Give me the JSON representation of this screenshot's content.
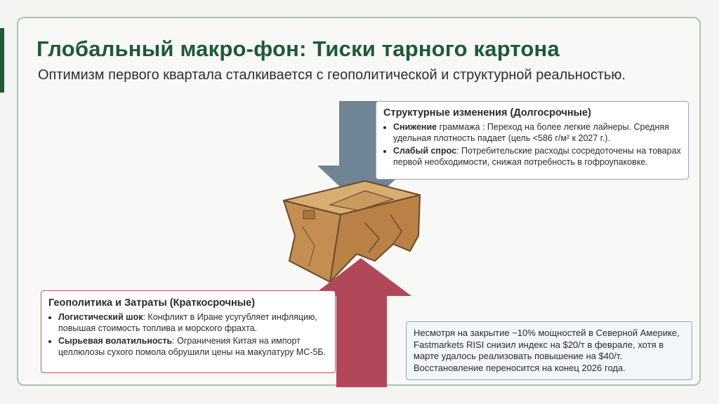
{
  "header": {
    "title": "Глобальный макро-фон: Тиски тарного картона",
    "subtitle": "Оптимизм первого квартала сталкивается с геополитической и структурной реальностью."
  },
  "structural": {
    "heading": "Структурные изменения (Долгосрочные)",
    "items": [
      {
        "label": "Снижение",
        "text": " граммажа : Переход на более легкие лайнеры. Средняя удельная плотность падает (цель <586 г/м² к 2027 г.)."
      },
      {
        "label": "Слабый спрос",
        "text": ": Потребительские расходы сосредоточены на товарах первой необходимости, снижая потребность в гофроупаковке."
      }
    ]
  },
  "geopolitics": {
    "heading": "Геополитика и Затраты (Краткосрочные)",
    "items": [
      {
        "label": "Логистический шок",
        "text": ": Конфликт в Иране усугубляет инфляцию, повышая стоимость топлива и морского фрахта."
      },
      {
        "label": "Сырьевая волатильность",
        "text": ": Ограничения Китая на импорт целлюлозы сухого помола обрушили цены на макулатуру МС-5Б."
      }
    ]
  },
  "note": {
    "text": "Несмотря на закрытие ~10% мощностей в Северной Америке, Fastmarkets RISI снизил индекс на $20/т в феврале, хотя в марте удалось реализовать повышение на $40/т. Восстановление переносится на конец 2026 года."
  },
  "colors": {
    "brand": "#1d5a35",
    "down_arrow": "#6f8495",
    "up_arrow": "#b0485a",
    "box": "#c99a5e"
  },
  "icons": [
    "down-arrow-icon",
    "up-arrow-icon",
    "crushed-box-icon"
  ]
}
